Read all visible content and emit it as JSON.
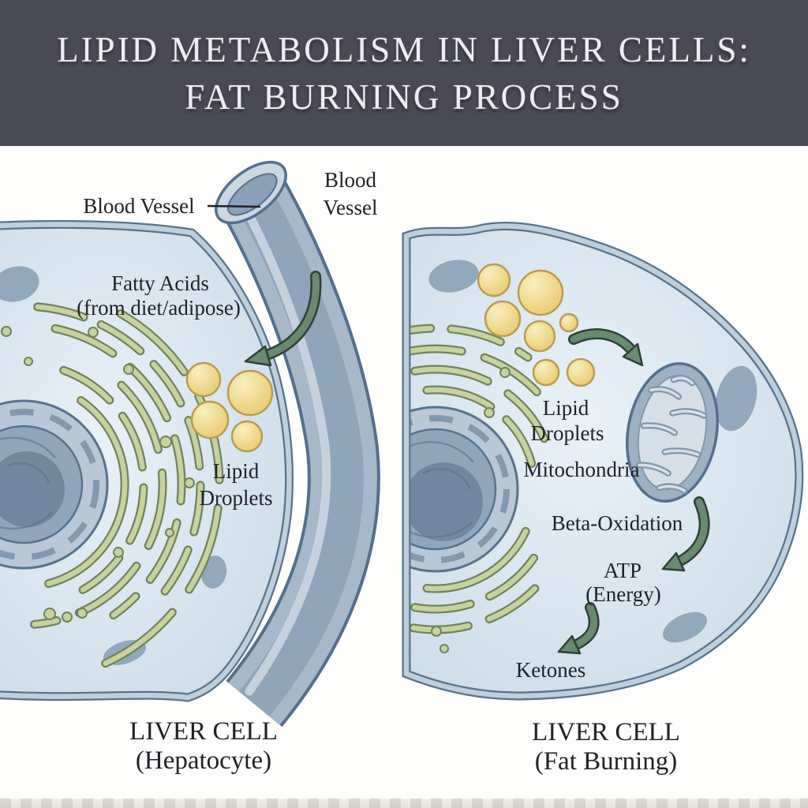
{
  "header": {
    "line1": "LIPID METABOLISM IN LIVER CELLS:",
    "line2": "FAT BURNING PROCESS"
  },
  "left_cell": {
    "blood_vessel_label": "Blood Vessel",
    "blood_vessel_right_line1": "Blood",
    "blood_vessel_right_line2": "Vessel",
    "fatty_acids_line1": "Fatty Acids",
    "fatty_acids_line2": "(from diet/adipose)",
    "lipid_droplets_line1": "Lipid",
    "lipid_droplets_line2": "Droplets",
    "caption_line1": "LIVER CELL",
    "caption_line2": "(Hepatocyte)"
  },
  "right_cell": {
    "lipid_droplets_line1": "Lipid",
    "lipid_droplets_line2": "Droplets",
    "mitochondria_label": "Mitochondria",
    "beta_oxidation_label": "Beta-Oxidation",
    "atp_line1": "ATP",
    "atp_line2": "(Energy)",
    "ketones_label": "Ketones",
    "caption_line1": "LIVER CELL",
    "caption_line2": "(Fat Burning)"
  },
  "colors": {
    "header_bg": "#4a4a56",
    "title": "#ededf3",
    "label": "#20222a",
    "membrane_edge": "#56738e",
    "membrane_band": "#bfcfdc",
    "cell_fill_in": "#e9f1f7",
    "cell_fill_out": "#c9dae8",
    "er_dark": "#6f8458",
    "er_light": "#c7d2a0",
    "droplet_edge": "#bb9c52",
    "droplet_hi": "#f9efbf",
    "droplet_main": "#eed687",
    "vessel_edge": "#54708c",
    "vessel_wall": "#a6b9cb",
    "vessel_core": "#8ba1b7",
    "vessel_hi": "#cbd7e1",
    "nucleus_outer": "#b9c8d6",
    "nucleus_mid": "#90a7bb",
    "nucleus_core": "#70899e",
    "blob": "#8da4b9",
    "arrow_fill": "#678a71",
    "arrow_dark": "#2f4136",
    "mito_outer": "#9db1c4",
    "mito_inner": "#d6dfe7",
    "mito_line": "#7f97ac"
  }
}
